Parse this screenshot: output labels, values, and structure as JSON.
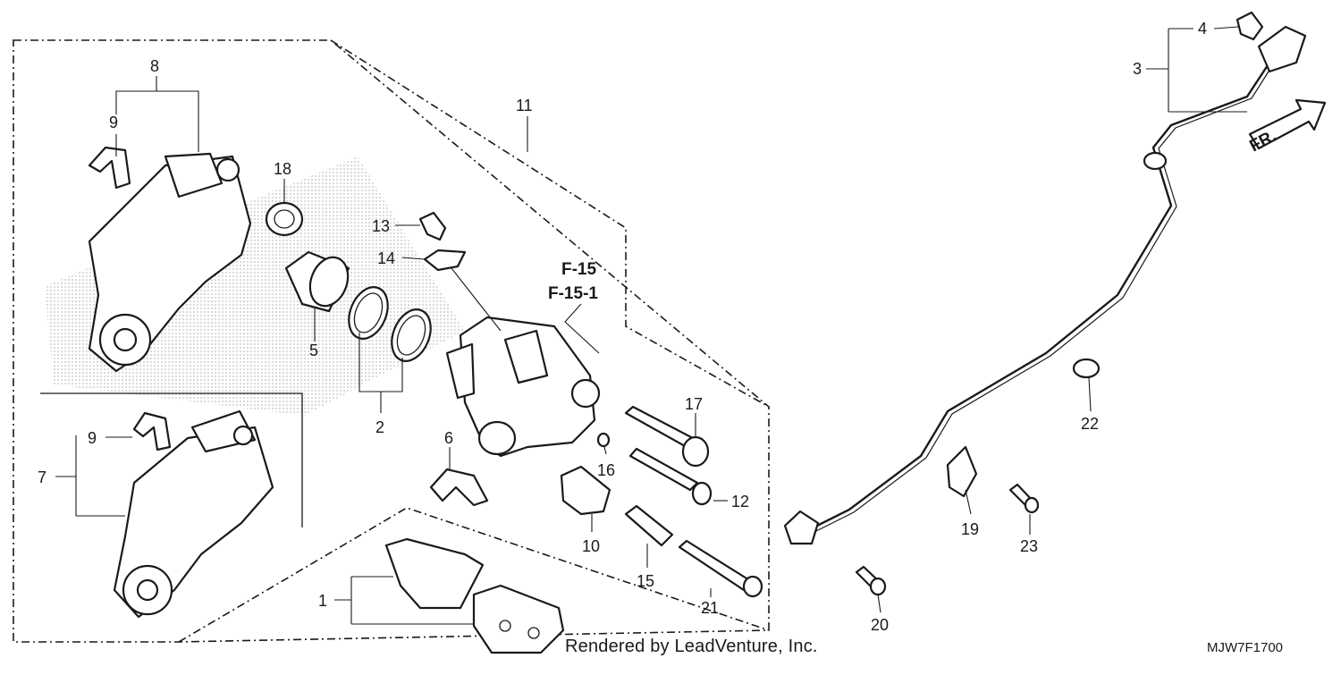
{
  "callouts": {
    "c1": "1",
    "c2": "2",
    "c3": "3",
    "c4": "4",
    "c5": "5",
    "c6": "6",
    "c7": "7",
    "c8": "8",
    "c9a": "9",
    "c9b": "9",
    "c10": "10",
    "c11": "11",
    "c12": "12",
    "c13": "13",
    "c14": "14",
    "c15": "15",
    "c16": "16",
    "c17": "17",
    "c18": "18",
    "c19": "19",
    "c20": "20",
    "c21": "21",
    "c22": "22",
    "c23": "23"
  },
  "references": {
    "line1": "F-15",
    "line2": "F-15-1"
  },
  "direction": {
    "label": "FR."
  },
  "footer": {
    "credit": "Rendered by LeadVenture, Inc.",
    "diagram_code": "MJW7F1700"
  }
}
